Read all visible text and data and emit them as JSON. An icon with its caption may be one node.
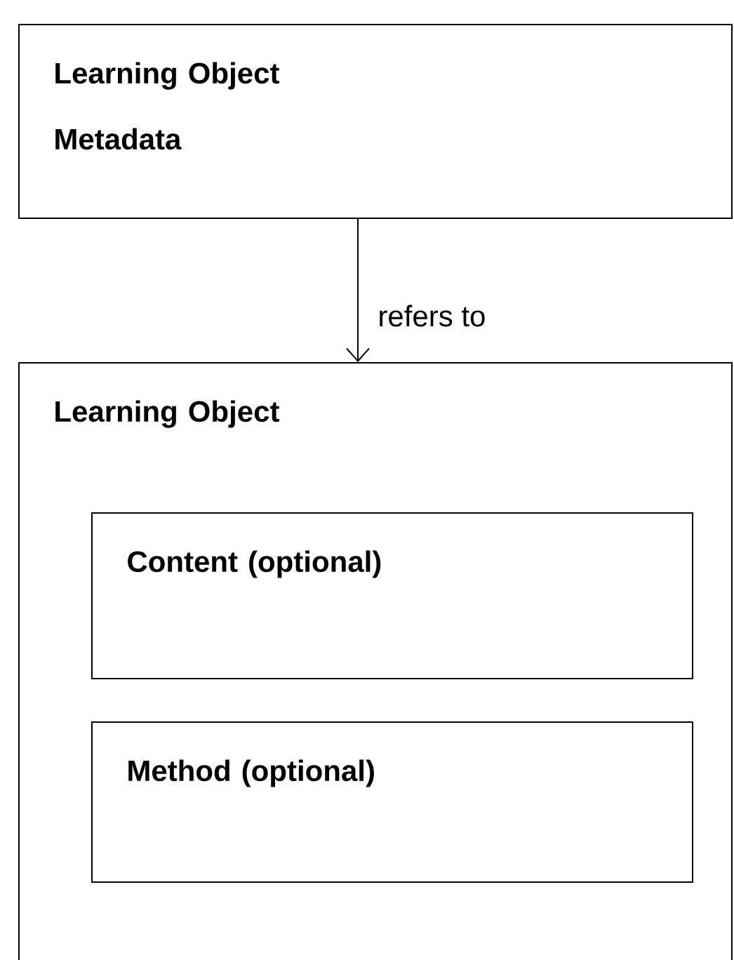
{
  "diagram": {
    "nodes": [
      {
        "text": [
          "Learning Object Metadata"
        ]
      },
      {
        "text": [
          "Learning Object"
        ]
      },
      {
        "text": [
          "Content (optional)"
        ],
        "in": 1
      },
      {
        "text": [
          "Method (optional)"
        ],
        "in": 1
      }
    ],
    "edges": [
      {
        "from": 0,
        "to": 1,
        "arrow": "to",
        "label": "refers to"
      }
    ]
  }
}
